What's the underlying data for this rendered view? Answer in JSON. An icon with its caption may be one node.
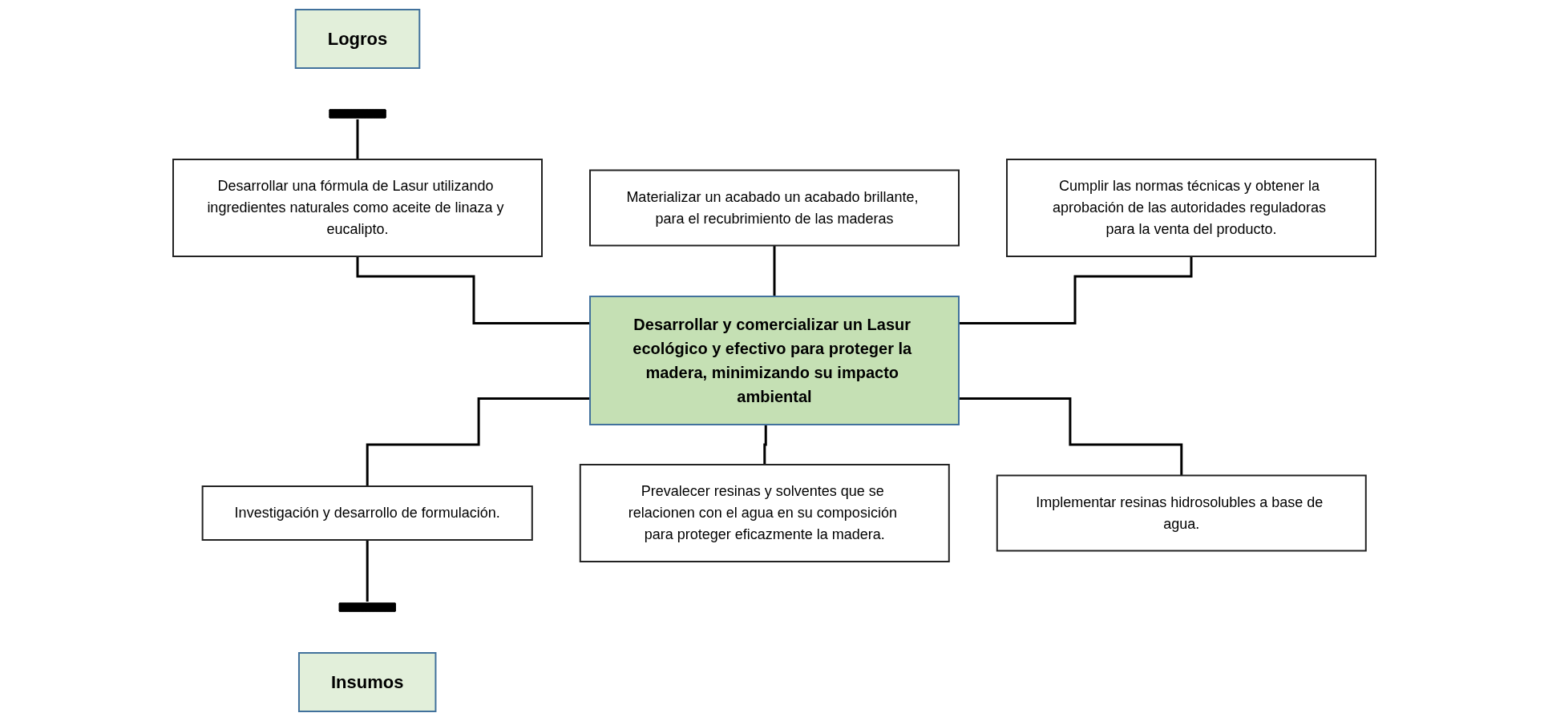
{
  "diagram": {
    "nodes": [
      {
        "text": [
          "Logros"
        ]
      },
      {
        "text": [],
        "shape": "bar"
      },
      {
        "text": [
          "Desarrollar una fórmula de Lasur utilizando ingredientes naturales como aceite de linaza y eucalipto."
        ]
      },
      {
        "text": [
          "Materializar un acabado un acabado brillante, para el recubrimiento de las maderas"
        ]
      },
      {
        "text": [
          "Cumplir las normas técnicas y obtener la aprobación de las autoridades reguladoras para la venta del producto."
        ]
      },
      {
        "text": [
          "Desarrollar y comercializar un Lasur ecológico y efectivo para proteger la madera, minimizando su impacto ambiental"
        ]
      },
      {
        "text": [
          "Investigación y desarrollo de formulación."
        ]
      },
      {
        "text": [
          "Prevalecer resinas y solventes que se relacionen con el agua en su composición para proteger eficazmente la madera."
        ]
      },
      {
        "text": [
          "Implementar resinas hidrosolubles a base de agua."
        ]
      },
      {
        "text": [],
        "shape": "bar"
      },
      {
        "text": [
          "Insumos"
        ]
      }
    ],
    "edges": [
      {
        "from": 1,
        "to": 2,
        "arrow": "none"
      },
      {
        "from": 2,
        "to": 5,
        "arrow": "none"
      },
      {
        "from": 3,
        "to": 5,
        "arrow": "none"
      },
      {
        "from": 4,
        "to": 5,
        "arrow": "none"
      },
      {
        "from": 5,
        "to": 6,
        "arrow": "none"
      },
      {
        "from": 5,
        "to": 7,
        "arrow": "none"
      },
      {
        "from": 5,
        "to": 8,
        "arrow": "none"
      },
      {
        "from": 6,
        "to": 9,
        "arrow": "none"
      }
    ]
  }
}
